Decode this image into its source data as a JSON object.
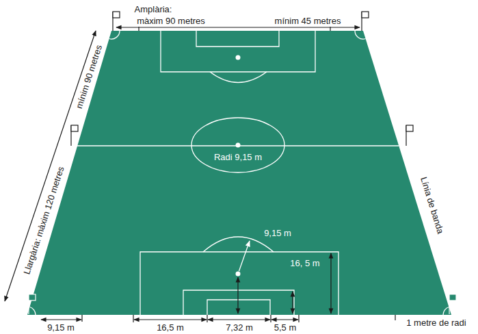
{
  "diagram": {
    "labels": [
      "Amplària:",
      "màxim 90 metres",
      "mínim 45 metres",
      "mínim 90 metres",
      "Llargària: màxim 120 metres",
      "Radi 9,15 m",
      "Línia de banda",
      "9,15 m",
      "16, 5 m",
      "9,15 m",
      "16,5 m",
      "7,32 m",
      "5,5 m",
      "1 metre de radi"
    ]
  }
}
